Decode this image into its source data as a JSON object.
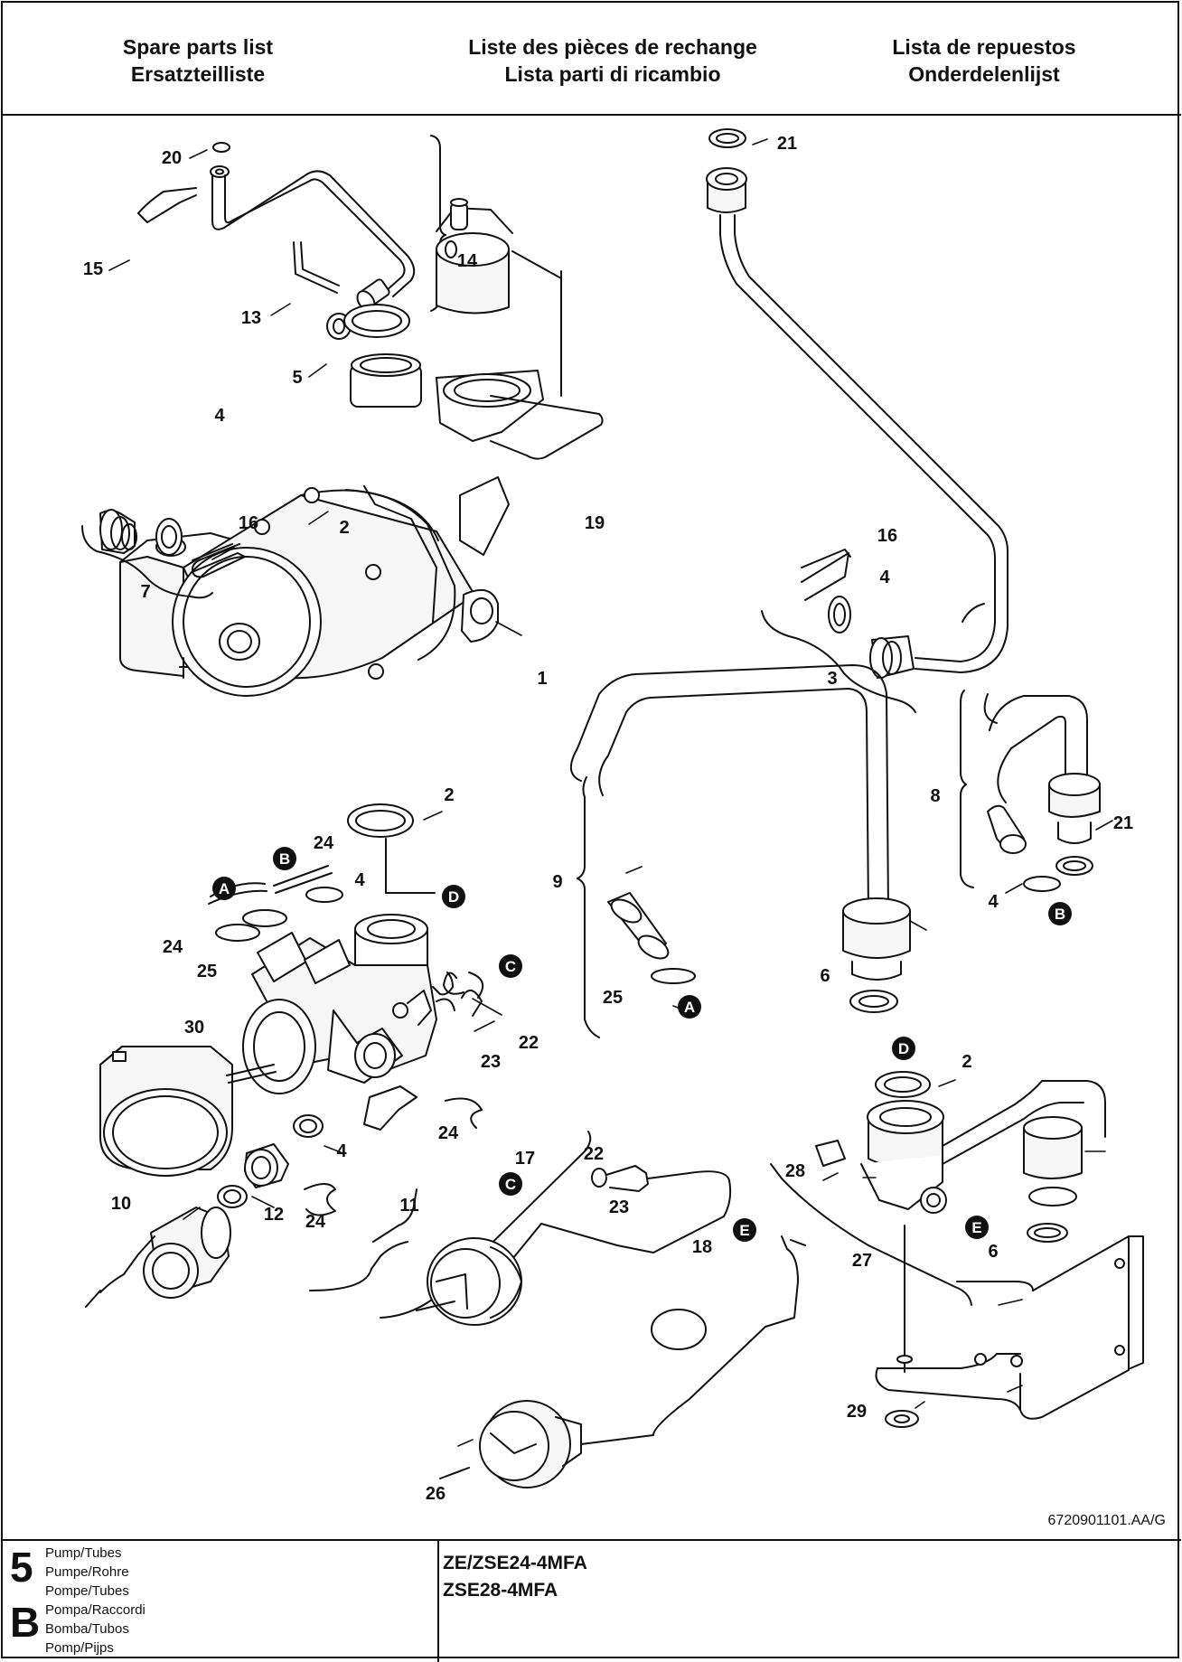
{
  "header": {
    "col1": [
      "Spare parts list",
      "Ersatzteilliste"
    ],
    "col2": [
      "Liste des pièces de rechange",
      "Lista parti di ricambio"
    ],
    "col3": [
      "Lista de repuestos",
      "Onderdelenlijst"
    ]
  },
  "document_ref": "6720901101.AA/G",
  "callouts": [
    "20",
    "15",
    "13",
    "5",
    "14",
    "4",
    "16",
    "2",
    "19",
    "7",
    "1",
    "2",
    "24",
    "4",
    "24",
    "25",
    "30",
    "22",
    "23",
    "24",
    "4",
    "10",
    "12",
    "24",
    "11",
    "17",
    "21",
    "16",
    "4",
    "3",
    "8",
    "21",
    "4",
    "9",
    "25",
    "6",
    "22",
    "23",
    "18",
    "2",
    "28",
    "27",
    "6",
    "26",
    "29"
  ],
  "markers": [
    "A",
    "B",
    "D",
    "C",
    "A",
    "B",
    "C",
    "D",
    "E",
    "E"
  ],
  "footer": {
    "section_number": "5",
    "section_letter": "B",
    "descriptions": [
      "Pump/Tubes",
      "Pumpe/Rohre",
      "Pompe/Tubes",
      "Pompa/Raccordi",
      "Bomba/Tubos",
      "Pomp/Pijps"
    ],
    "models": [
      "ZE/ZSE24-4MFA",
      "ZSE28-4MFA"
    ]
  },
  "colors": {
    "ink": "#111111",
    "paper": "#ffffff",
    "part_fill": "#f6f6f6"
  }
}
